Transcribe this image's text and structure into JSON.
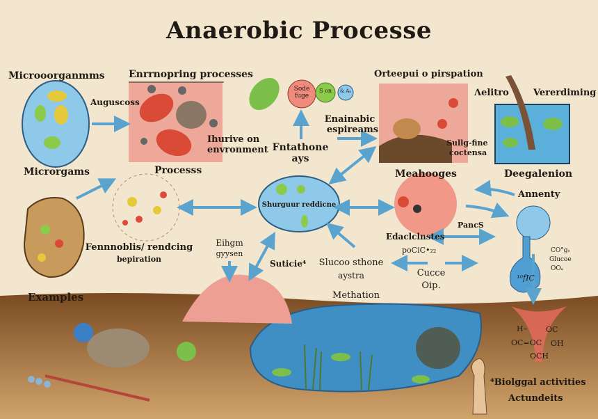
{
  "title": "Anaerobic Processe",
  "labels": {
    "microorganisms_top": "Microoorganmms",
    "environment_processes": "Enrrnopring processes",
    "auguscoss": "Auguscoss",
    "thrive_1": "Ihurive on",
    "thrive_2": "envronment",
    "microorganisms_bottom": "Microrgams",
    "process": "Processs",
    "circle_red": "Sode fuge",
    "circle_green": "S on",
    "circle_blue": "& A₀",
    "fntathone_1": "Fntathone",
    "fntathone_2": "ays",
    "enainabic_1": "Enainabic",
    "enainabic_2": "espireams",
    "respiration": "Orteepui o pirspation",
    "sulfine_1": "Sullg-fine",
    "sulfine_2": "coctensa",
    "meahooges": "Meahooges",
    "aelitro": "Λelitro",
    "vererdiming": "Vererdiming",
    "deegalenion": "Deegalenion",
    "annenty": "Annenty",
    "center_circle": "Shurguur reddicne",
    "pancs": "PancS",
    "edaclclnstes": "Edaclclnstes",
    "formula": "poCiC•₂₂",
    "fermentation_1": "Fennnoblis/ rendcing",
    "fermentation_2": "bepiration",
    "eihgm_1": "Eihgm",
    "eihgm_2": "gyysen",
    "suticie": "Suticie⁴",
    "glucose_1": "Slucoo sthone",
    "glucose_2": "aystra",
    "cucce_1": "Cucce",
    "cucce_2": "Oip.",
    "methation": "Methation",
    "examples": "Examples",
    "flask_text": "¹⁰fIC",
    "gas_1": "CO°gₑ",
    "gas_2": "Glucoe",
    "gas_3": "OOₐ",
    "bio_1": "⁴Biolggal activities",
    "bio_2": "Actundeits",
    "chem_h": "H–",
    "chem_oc": "OC",
    "chem_ococ": "OC=OC",
    "chem_oh": "OH",
    "chem_och": "OCH"
  },
  "colors": {
    "background": "#f3e6cf",
    "arrow": "#5ba3cf",
    "soil": "#8b5a2b",
    "water": "#3f8fc4",
    "cell_blue": "#8fc9ea",
    "panel_pink": "#eea89a"
  }
}
